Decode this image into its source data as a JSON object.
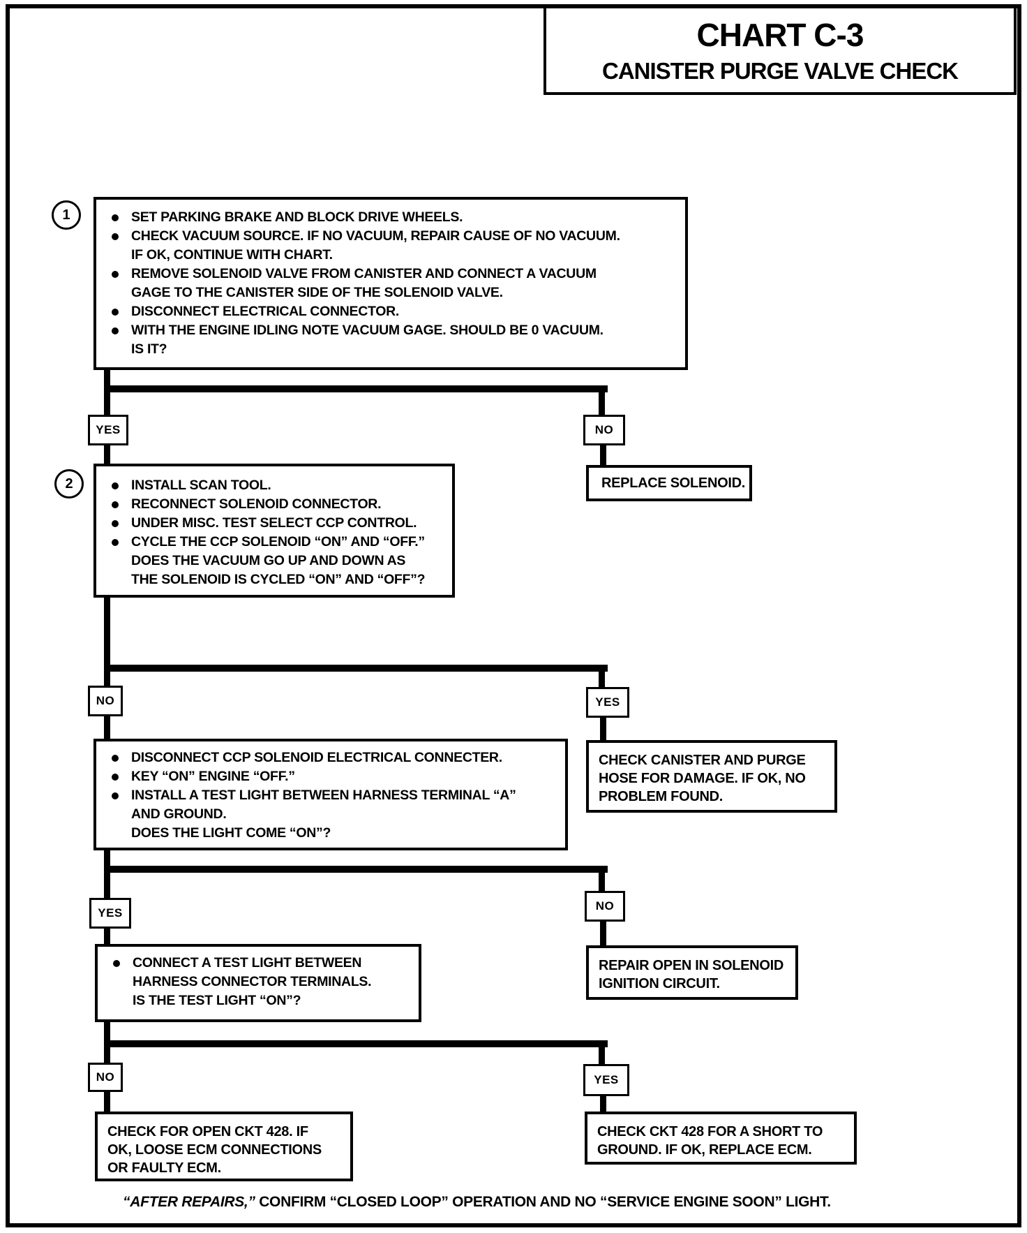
{
  "header": {
    "title": "CHART C-3",
    "subtitle": "CANISTER PURGE VALVE CHECK"
  },
  "steps": {
    "step1": {
      "number": "1",
      "bullets": [
        "SET PARKING BRAKE AND BLOCK DRIVE WHEELS.",
        "CHECK VACUUM SOURCE.  IF NO VACUUM, REPAIR CAUSE OF NO VACUUM.\nIF OK, CONTINUE WITH CHART.",
        "REMOVE SOLENOID VALVE FROM CANISTER  AND CONNECT A VACUUM\nGAGE TO THE CANISTER SIDE OF THE SOLENOID VALVE.",
        "DISCONNECT ELECTRICAL CONNECTOR.",
        "WITH THE ENGINE IDLING NOTE VACUUM GAGE.  SHOULD BE 0 VACUUM.\nIS IT?"
      ]
    },
    "step2": {
      "number": "2",
      "bullets": [
        "INSTALL  SCAN TOOL.",
        "RECONNECT SOLENOID CONNECTOR.",
        "UNDER MISC. TEST SELECT CCP CONTROL.",
        "CYCLE THE CCP SOLENOID “ON” AND “OFF.”\nDOES THE VACUUM GO UP AND DOWN AS\nTHE SOLENOID IS CYCLED “ON” AND “OFF”?"
      ]
    },
    "step3": {
      "bullets": [
        "DISCONNECT CCP SOLENOID ELECTRICAL CONNECTER.",
        "KEY “ON” ENGINE “OFF.”",
        "INSTALL A TEST LIGHT BETWEEN HARNESS TERMINAL “A”\nAND GROUND.\nDOES THE LIGHT COME “ON”?"
      ]
    },
    "step4": {
      "bullets": [
        "CONNECT A TEST LIGHT BETWEEN\nHARNESS CONNECTOR TERMINALS.\nIS THE TEST LIGHT “ON”?"
      ]
    }
  },
  "results": {
    "replace_solenoid": "REPLACE SOLENOID.",
    "check_canister": "CHECK CANISTER AND PURGE\nHOSE FOR DAMAGE.  IF OK, NO\nPROBLEM FOUND.",
    "repair_open": "REPAIR OPEN IN SOLENOID\nIGNITION CIRCUIT.",
    "check_open_ckt": "CHECK FOR OPEN CKT 428.  IF\nOK, LOOSE ECM CONNECTIONS\nOR FAULTY ECM.",
    "check_short_ckt": "CHECK CKT 428 FOR A SHORT TO\nGROUND.  IF OK, REPLACE ECM."
  },
  "branches": {
    "b1": {
      "left": "YES",
      "right": "NO"
    },
    "b2": {
      "left": "NO",
      "right": "YES"
    },
    "b3": {
      "left": "YES",
      "right": "NO"
    },
    "b4": {
      "left": "NO",
      "right": "YES"
    }
  },
  "footer": {
    "italic": "“AFTER REPAIRS,”",
    "text": " CONFIRM “CLOSED LOOP” OPERATION AND NO “SERVICE ENGINE SOON” LIGHT."
  },
  "colors": {
    "ink": "#000000",
    "paper": "#ffffff"
  }
}
